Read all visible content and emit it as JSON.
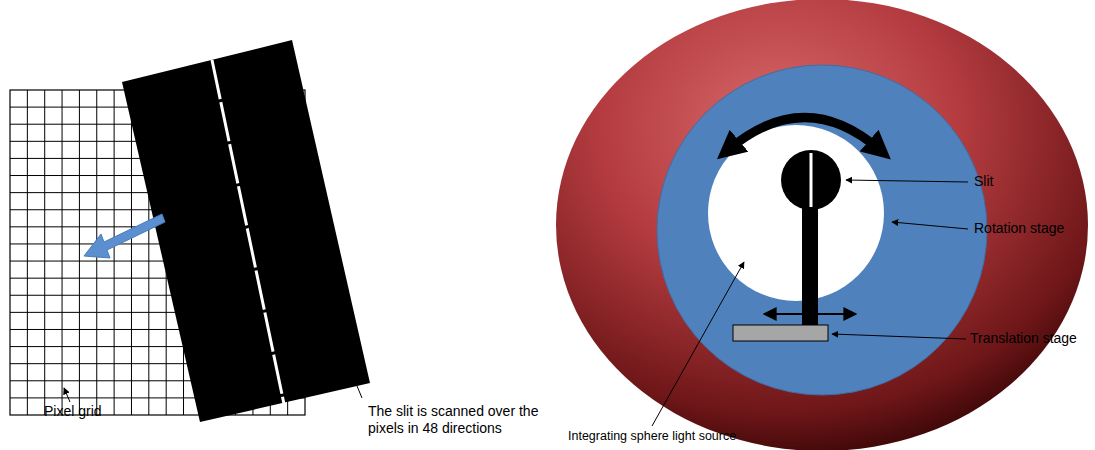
{
  "diagram": {
    "labels": [
      "Pixel grid",
      "The slit is scanned over the pixels in 48 directions",
      "Slit",
      "Rotation stage",
      "Translation stage",
      "Integrating sphere light source"
    ]
  }
}
